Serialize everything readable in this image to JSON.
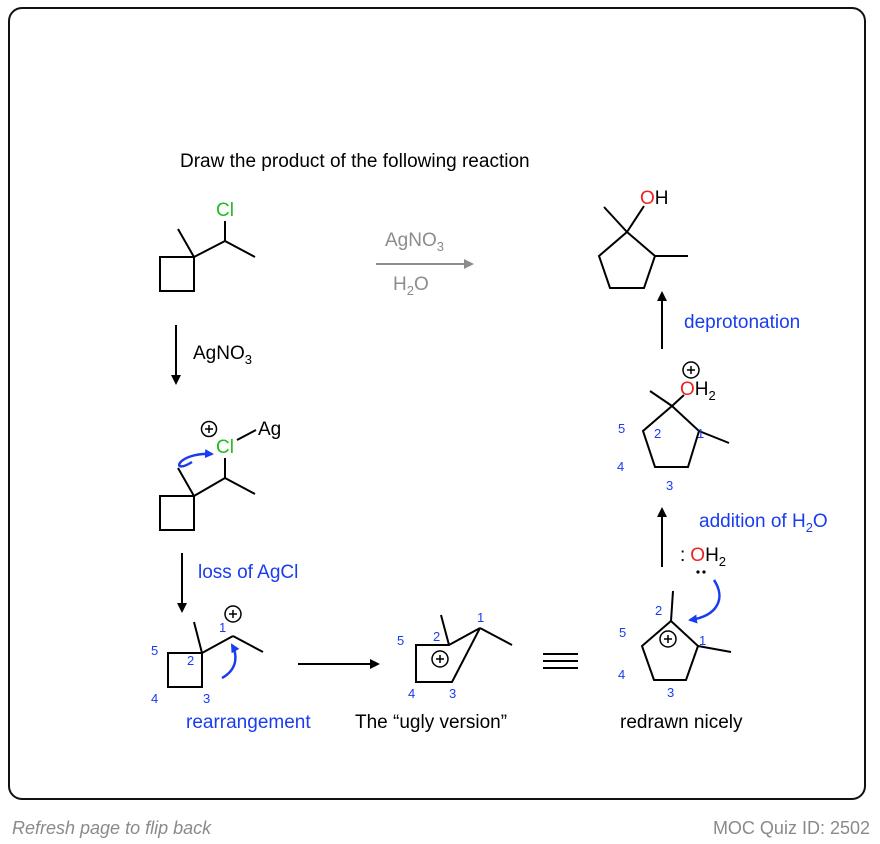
{
  "question": "Draw the product of the following reaction",
  "reagent_top": "AgNO",
  "reagent_top_sub": "3",
  "solvent_top": "H",
  "solvent_top_sub": "2",
  "solvent_top_tail": "O",
  "atoms": {
    "cl": "Cl",
    "ag": "Ag",
    "o": "O",
    "h": "H",
    "h2": "H",
    "h2_sub": "2",
    "plus": "+"
  },
  "step1_reagent": "AgNO",
  "step1_reagent_sub": "3",
  "labels": {
    "loss_agcl": "loss of AgCl",
    "rearrangement": "rearrangement",
    "ugly_version": "The “ugly version”",
    "redrawn_nicely": "redrawn nicely",
    "addition_of": "addition of H",
    "addition_sub": "2",
    "addition_tail": "O",
    "deprotonation": "deprotonation",
    "water_colon": ":"
  },
  "numbers": {
    "n1": "1",
    "n2": "2",
    "n3": "3",
    "n4": "4",
    "n5": "5"
  },
  "colors": {
    "chlorine": "#22bb22",
    "oxygen": "#ee2222",
    "annotation": "#1a3cf0",
    "reagent_gray": "#8c8c8c",
    "bond": "#000000"
  },
  "footer": {
    "left": "Refresh page to flip back",
    "right": "MOC Quiz ID: 2502"
  }
}
